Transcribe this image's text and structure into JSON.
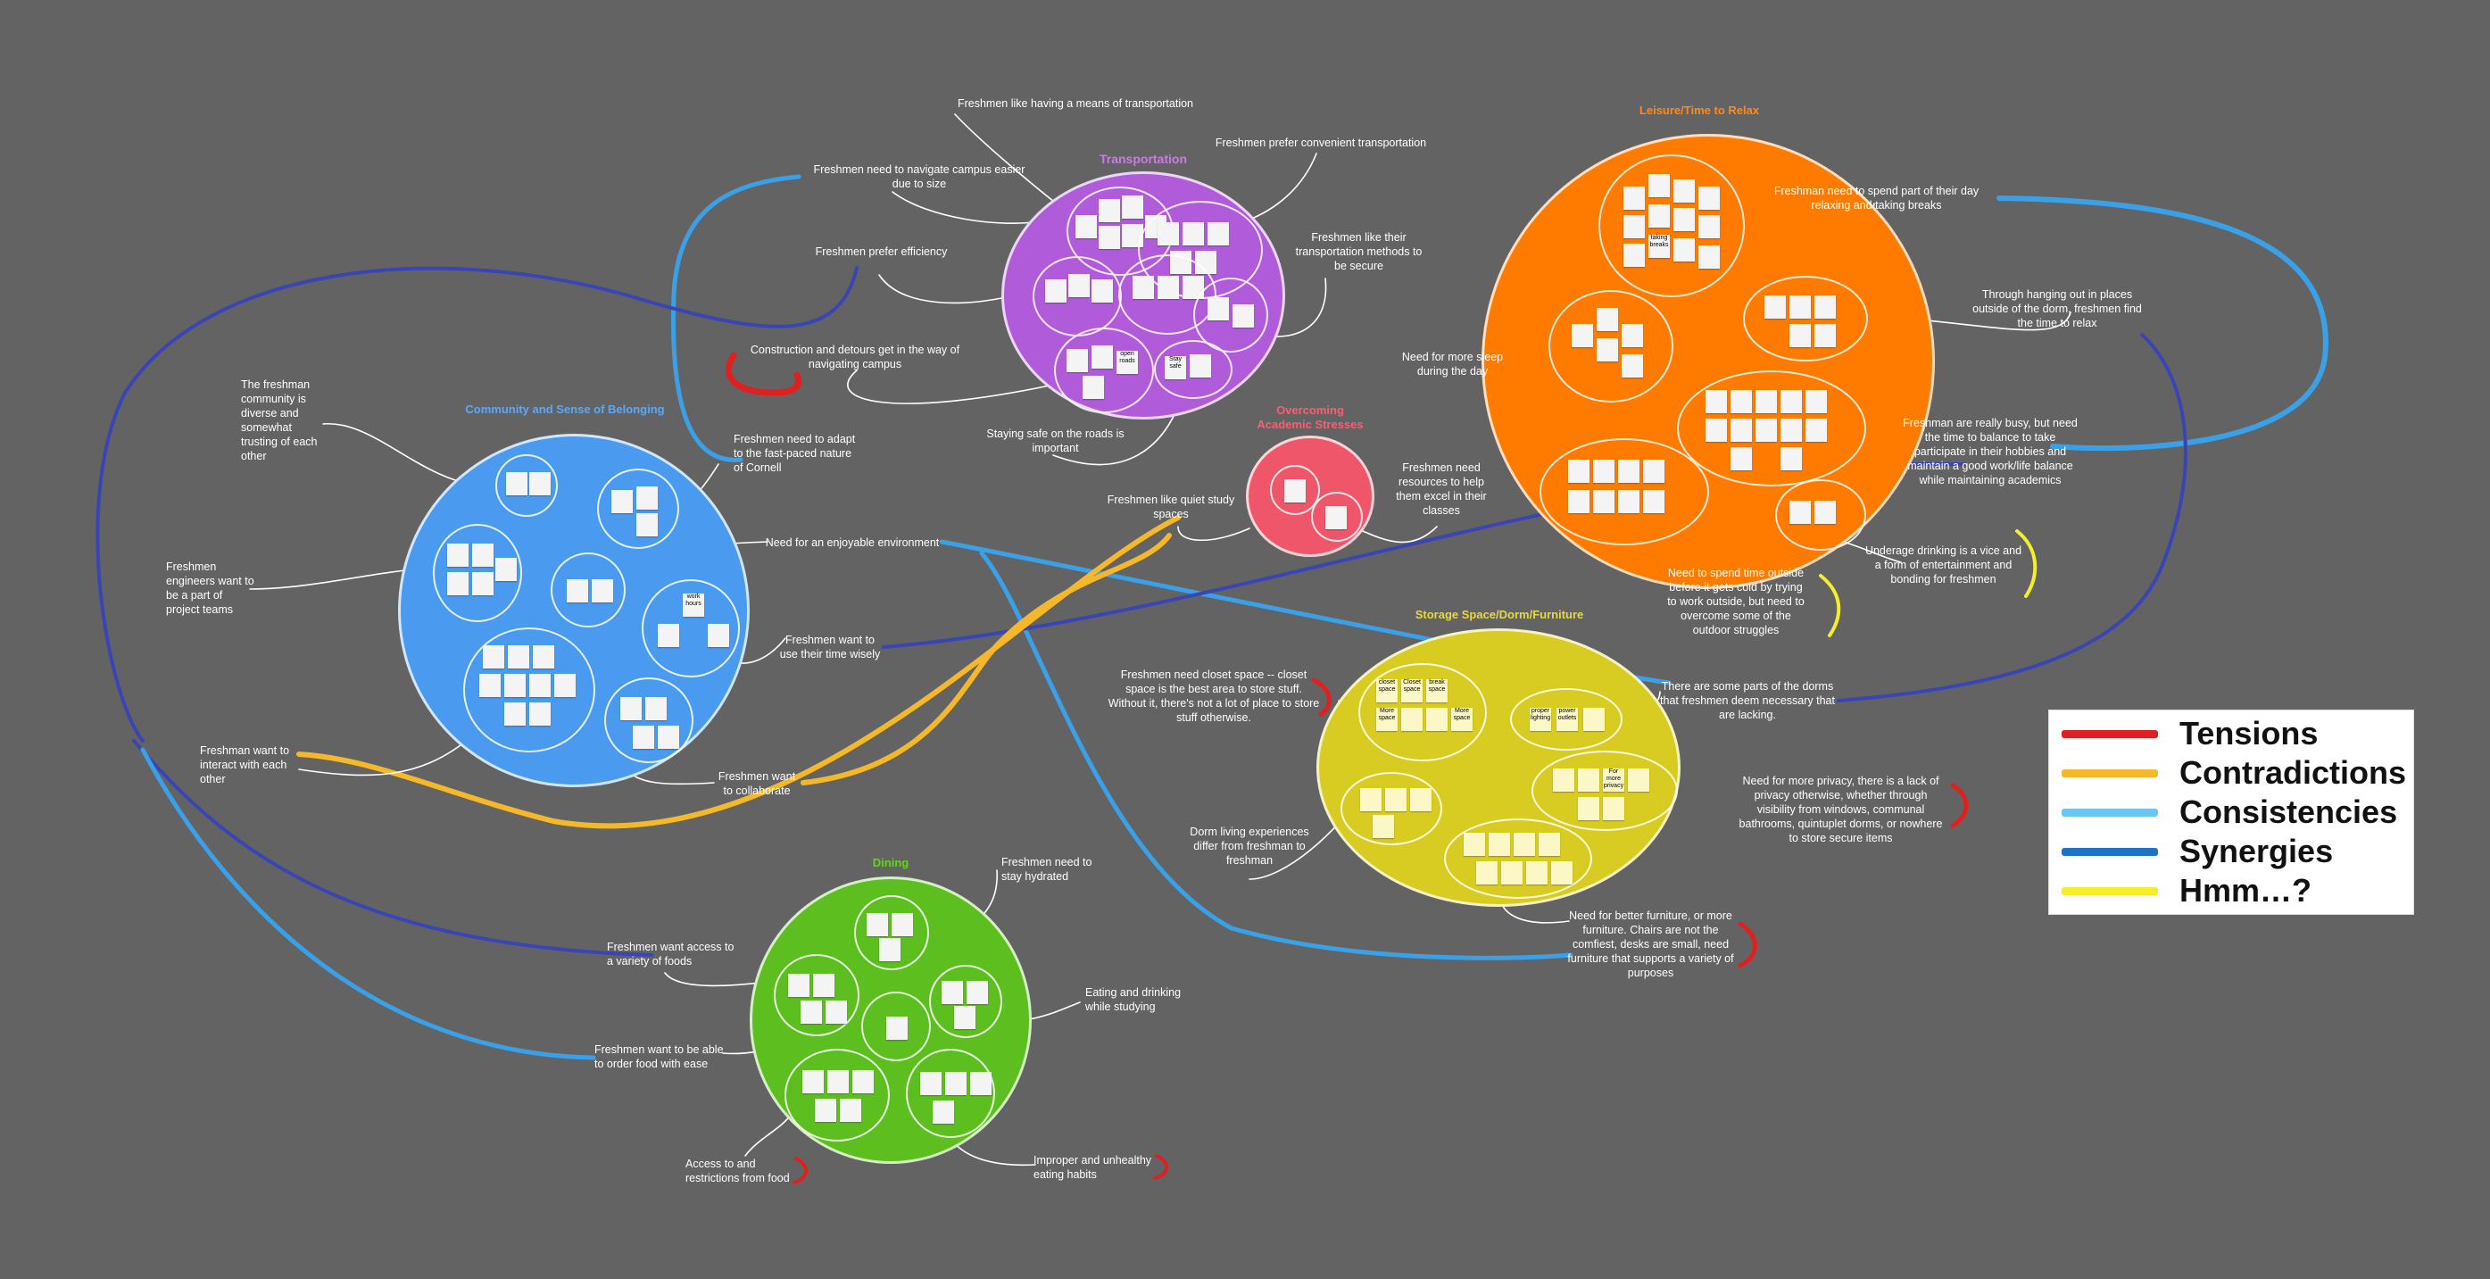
{
  "colors": {
    "background": "#636363",
    "tensions": "#e0201e",
    "contradictions": "#f5b82a",
    "consistencies": "#6cc6f2",
    "synergies": "#1e73c9",
    "hmm": "#f4ef2a",
    "connector_blue": "#3aa0e8",
    "connector_navy": "#3a45b5"
  },
  "clusters": {
    "transportation": {
      "title": "Transportation",
      "color": "#b05bd9",
      "title_color": "#c77de6"
    },
    "community": {
      "title": "Community and Sense of Belonging",
      "color": "#4a9bf0",
      "title_color": "#5ba8f6"
    },
    "academic": {
      "title": "Overcoming Academic Stresses",
      "color": "#f0566a",
      "title_color": "#ff5c72"
    },
    "leisure": {
      "title": "Leisure/Time to Relax",
      "color": "#ff7b00",
      "title_color": "#ff8a1a"
    },
    "storage": {
      "title": "Storage Space/Dorm/Furniture",
      "color": "#d8cc22",
      "title_color": "#e4d84a"
    },
    "dining": {
      "title": "Dining",
      "color": "#5cbf1f",
      "title_color": "#67d125"
    }
  },
  "sticky_text": {
    "closet_space": "closet space",
    "closet_space_2": "Closet space",
    "break_space": "break space",
    "more_space": "More space",
    "more_space_2": "More space",
    "proper_lighting": "proper lighting",
    "power_outlets": "power outlets",
    "for_more_privacy": "For more privacy",
    "work_hours": "work hours",
    "open_roads": "open roads",
    "stay_safe": "Stay safe",
    "taking_breaks": "taking breaks"
  },
  "labels": {
    "t_means": "Freshmen like having a means of transportation",
    "t_convenient": "Freshmen prefer convenient transportation",
    "t_navigate": "Freshmen need to navigate campus easier due to size",
    "t_efficiency": "Freshmen prefer efficiency",
    "t_secure": "Freshmen like their transportation methods to be secure",
    "t_construction": "Construction and detours get in the way of navigating campus",
    "t_safe_roads": "Staying safe on the roads is important",
    "c_diverse": "The freshman community is diverse and somewhat trusting of each other",
    "c_adapt": "Freshmen need to adapt to the fast-paced nature of Cornell",
    "c_engineers": "Freshmen engineers want to be a part of project teams",
    "c_enjoyable": "Need for an enjoyable environment",
    "c_time_wisely": "Freshmen want to use their time wisely",
    "c_interact": "Freshman want to interact with each other",
    "c_collaborate": "Freshmen want to collaborate",
    "a_quiet": "Freshmen like quiet study spaces",
    "a_resources": "Freshmen need resources to help them excel in their classes",
    "l_relax": "Freshman need to spend part of their day relaxing and taking breaks",
    "l_outside_dorm": "Through hanging out in places outside of the dorm, freshmen find the time to relax",
    "l_sleep": "Need for more sleep during the day",
    "l_busy": "Freshman are really busy, but need the time to balance to take participate in their hobbies and maintain a good work/life balance while maintaining academics",
    "l_drinking": "Underage drinking is a vice and a form of entertainment and bonding for freshmen",
    "l_outside": "Need to spend time outside before it gets cold by trying to work outside, but need to overcome some of the outdoor struggles",
    "s_closet": "Freshmen need closet space -- closet space is the best area to store stuff. Without it, there's not a lot of place to store stuff otherwise.",
    "s_lacking": "There are some parts of the dorms that freshmen deem necessary that are lacking.",
    "s_privacy": "Need for more privacy, there is a lack of privacy otherwise, whether through visibility from windows, communal bathrooms, quintuplet dorms, or nowhere to store secure items",
    "s_dorm_living": "Dorm living experiences differ from freshman to freshman",
    "s_furniture": "Need for better furniture, or more furniture. Chairs are not the comfiest, desks are small, need furniture that supports a variety of purposes",
    "d_hydrated": "Freshmen need to stay hydrated",
    "d_variety": "Freshmen want access to a variety of foods",
    "d_studying": "Eating and drinking while studying",
    "d_order": "Freshmen want to be able to order food with ease",
    "d_access": "Access to and restrictions from food",
    "d_unhealthy": "Improper and unhealthy eating habits"
  },
  "legend": [
    {
      "label": "Tensions",
      "color": "#e0201e"
    },
    {
      "label": "Contradictions",
      "color": "#f5b82a"
    },
    {
      "label": "Consistencies",
      "color": "#6cc6f2"
    },
    {
      "label": "Synergies",
      "color": "#1e73c9"
    },
    {
      "label": "Hmm…?",
      "color": "#f4ef2a"
    }
  ]
}
